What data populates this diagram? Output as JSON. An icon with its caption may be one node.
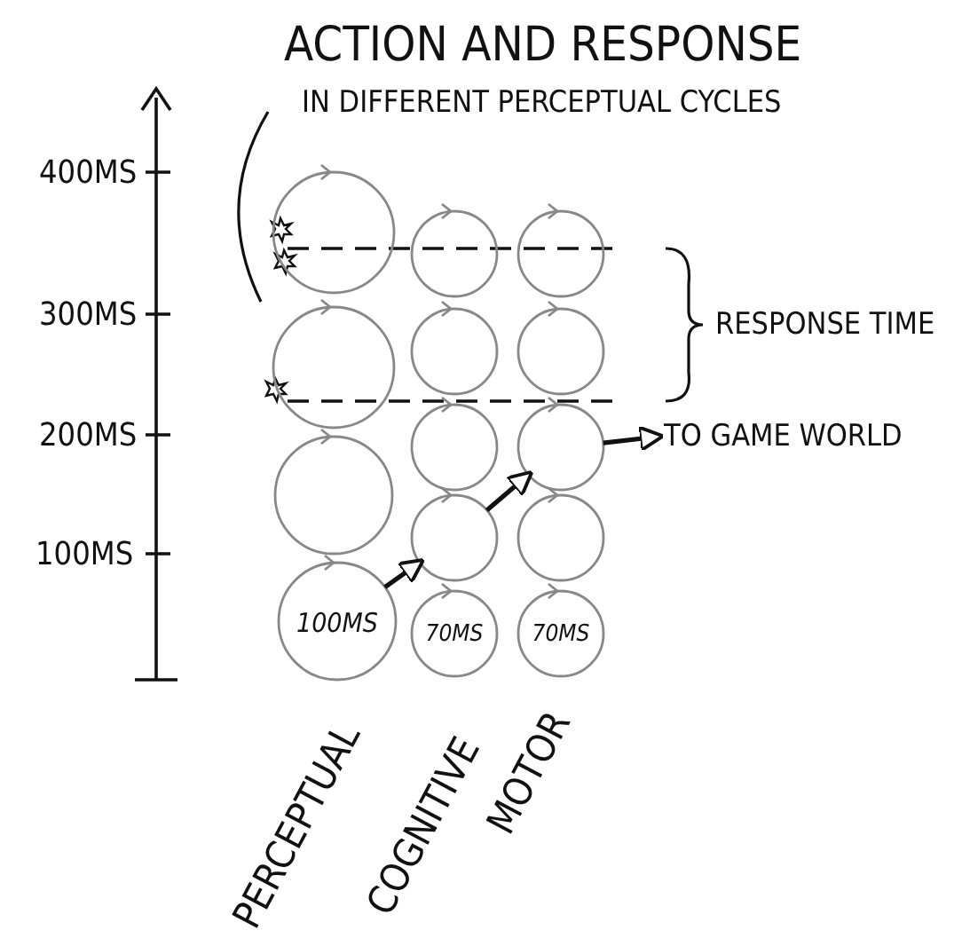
{
  "diagram": {
    "title": "ACTION AND RESPONSE",
    "nodes": [
      {
        "text": [],
        "shape": "circle"
      },
      {
        "text": [],
        "shape": "circle"
      },
      {
        "text": [],
        "shape": "circle"
      },
      {
        "text": [
          "100MS"
        ]
      },
      {
        "text": [],
        "shape": "circle"
      },
      {
        "text": [],
        "shape": "circle"
      },
      {
        "text": [],
        "shape": "circle"
      },
      {
        "text": [],
        "shape": "circle"
      },
      {
        "text": [
          "70MS"
        ]
      },
      {
        "text": [],
        "shape": "circle"
      },
      {
        "text": [],
        "shape": "circle"
      },
      {
        "text": [],
        "shape": "circle"
      },
      {
        "text": [],
        "shape": "circle"
      },
      {
        "text": [
          "70MS"
        ]
      },
      {
        "text": [
          "TO GAME WORLD"
        ]
      }
    ],
    "edges": [
      {
        "from": 3,
        "to": 7,
        "arrow": "to"
      },
      {
        "from": 7,
        "to": 11,
        "arrow": "to"
      },
      {
        "from": 11,
        "to": 14,
        "arrow": "to"
      }
    ],
    "labels": [
      "IN DIFFERENT PERCEPTUAL CYCLES",
      "400MS",
      "300MS",
      "RESPONSE TIME",
      "200MS",
      "100MS",
      "PERCEPTUAL",
      "COGNITIVE",
      "MOTOR"
    ]
  }
}
